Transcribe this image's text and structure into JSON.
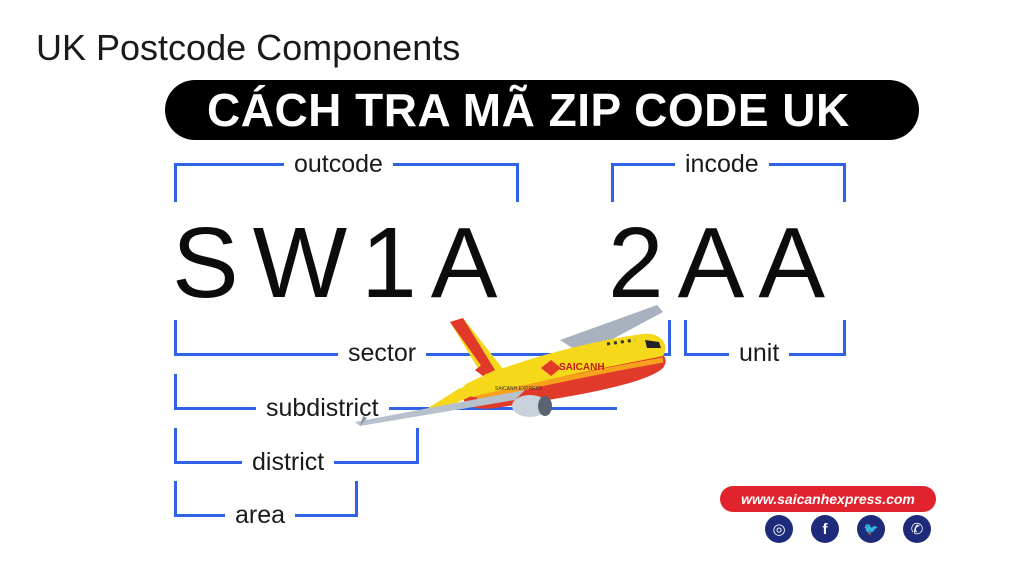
{
  "title": "UK Postcode Components",
  "banner": "CÁCH TRA MÃ ZIP CODE UK",
  "postcode": {
    "outward": "SW1A",
    "inward": "2AA"
  },
  "labels": {
    "outcode": "outcode",
    "incode": "incode",
    "sector": "sector",
    "unit": "unit",
    "subdistrict": "subdistrict",
    "district": "district",
    "area": "area"
  },
  "airplane": {
    "brand": "SAICANH",
    "tagline": "SAICANH EXPRESS"
  },
  "footer": {
    "url": "www.saicanhexpress.com",
    "social": [
      {
        "name": "instagram-icon",
        "glyph": "◎"
      },
      {
        "name": "facebook-icon",
        "glyph": "f"
      },
      {
        "name": "twitter-icon",
        "glyph": "🐦"
      },
      {
        "name": "whatsapp-icon",
        "glyph": "✆"
      }
    ]
  },
  "colors": {
    "bracket": "#2f63e6",
    "banner": "#000000",
    "pill": "#e0232d",
    "social": "#1e2a7a"
  }
}
